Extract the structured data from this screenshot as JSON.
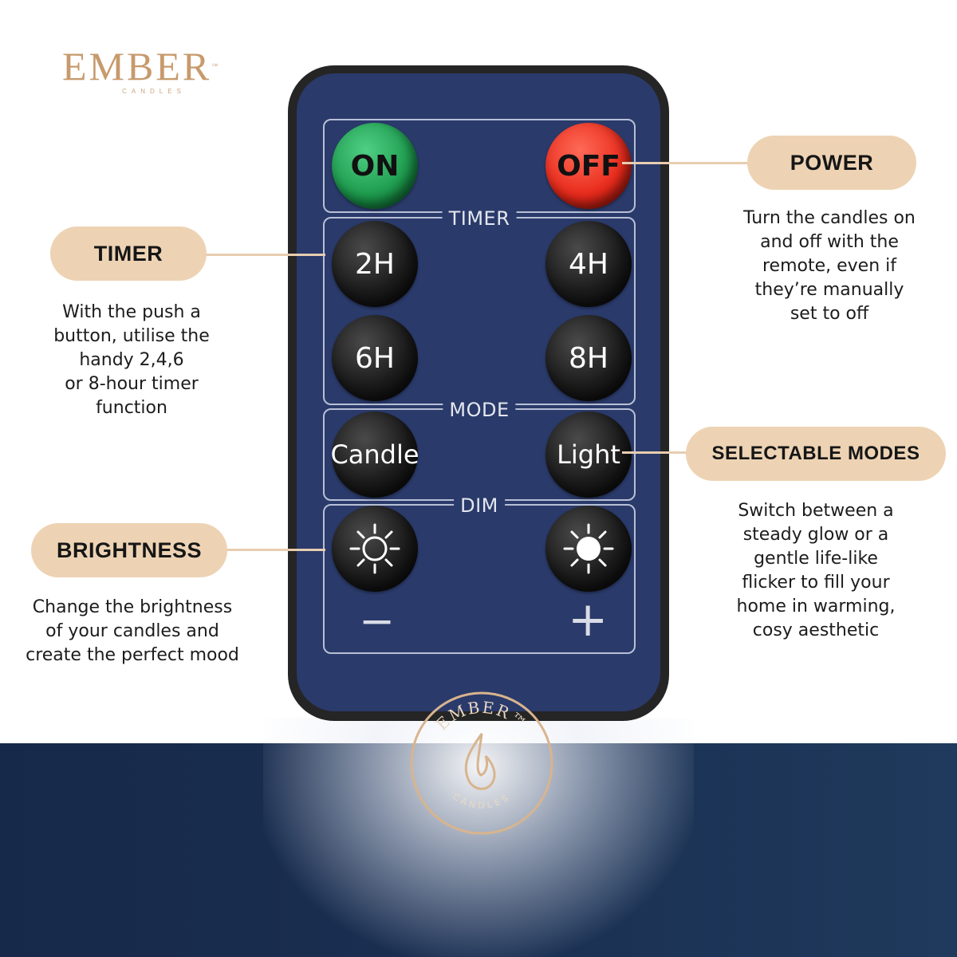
{
  "brand": {
    "name": "EMBER",
    "tm": "™",
    "sub": "CANDLES"
  },
  "remote": {
    "buttons": {
      "on": "ON",
      "off": "OFF",
      "h2": "2H",
      "h4": "4H",
      "h6": "6H",
      "h8": "8H",
      "candle": "Candle",
      "light": "Light"
    },
    "sections": {
      "timer": "TIMER",
      "mode": "MODE",
      "dim": "DIM"
    },
    "dim_minus": "−",
    "dim_plus": "+",
    "logo": {
      "top": "EMBER™",
      "bottom": "CANDLES"
    }
  },
  "callouts": {
    "power": {
      "title": "POWER",
      "lines": [
        "Turn the candles on",
        "and off with the",
        "remote, even if",
        "they’re manually",
        "set to off"
      ]
    },
    "timer": {
      "title": "TIMER",
      "lines": [
        "With the push a",
        "button, utilise the",
        "handy 2,4,6",
        "or 8-hour timer",
        "function"
      ]
    },
    "modes": {
      "title": "SELECTABLE MODES",
      "lines": [
        "Switch between a",
        "steady glow or a",
        "gentle life-like",
        "flicker to fill your",
        "home in warming,",
        "cosy aesthetic"
      ]
    },
    "brightness": {
      "title": "BRIGHTNESS",
      "lines": [
        "Change the brightness",
        "of your candles and",
        "create the perfect mood"
      ]
    }
  },
  "colors": {
    "accent_pill": "#edd3b4",
    "brand_gold": "#c79a6c",
    "remote_face": "#2a3a6a",
    "on_green": "#1c9a4c",
    "off_red": "#e8291a"
  }
}
